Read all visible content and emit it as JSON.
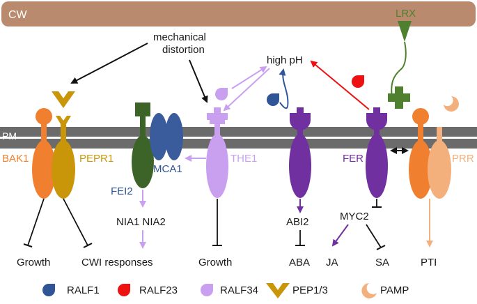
{
  "labels": {
    "cw": "CW",
    "pm": "PM",
    "lrx": "LRX",
    "mechanical_1": "mechanical",
    "mechanical_2": "distortion",
    "high_ph": "high pH",
    "bak1": "BAK1",
    "pepr1": "PEPR1",
    "mca1": "MCA1",
    "fei2": "FEI2",
    "the1": "THE1",
    "fer": "FER",
    "prr": "PRR",
    "nia": "NIA1 NIA2",
    "abi2": "ABI2",
    "myc2": "MYC2",
    "growth_left": "Growth",
    "cwi": "CWI responses",
    "growth_mid": "Growth",
    "aba": "ABA",
    "ja": "JA",
    "sa": "SA",
    "pti": "PTI"
  },
  "legend": {
    "ralf1": "RALF1",
    "ralf23": "RALF23",
    "ralf34": "RALF34",
    "pep": "PEP1/3",
    "pamp": "PAMP"
  },
  "colors": {
    "cell_wall": "#b98a6e",
    "membrane": "#6b6b6b",
    "bak1": "#f08030",
    "pepr1": "#c9960a",
    "fei2": "#3c6428",
    "mca1": "#3a5c9c",
    "the1": "#c9a0f0",
    "fer": "#7030a0",
    "prr": "#f4b07c",
    "lrx": "#4e8030",
    "ralf1": "#2f5597",
    "ralf23": "#ee1111",
    "ralf34": "#c9a0f0",
    "pep": "#c9960a",
    "pamp": "#f4b07c"
  }
}
